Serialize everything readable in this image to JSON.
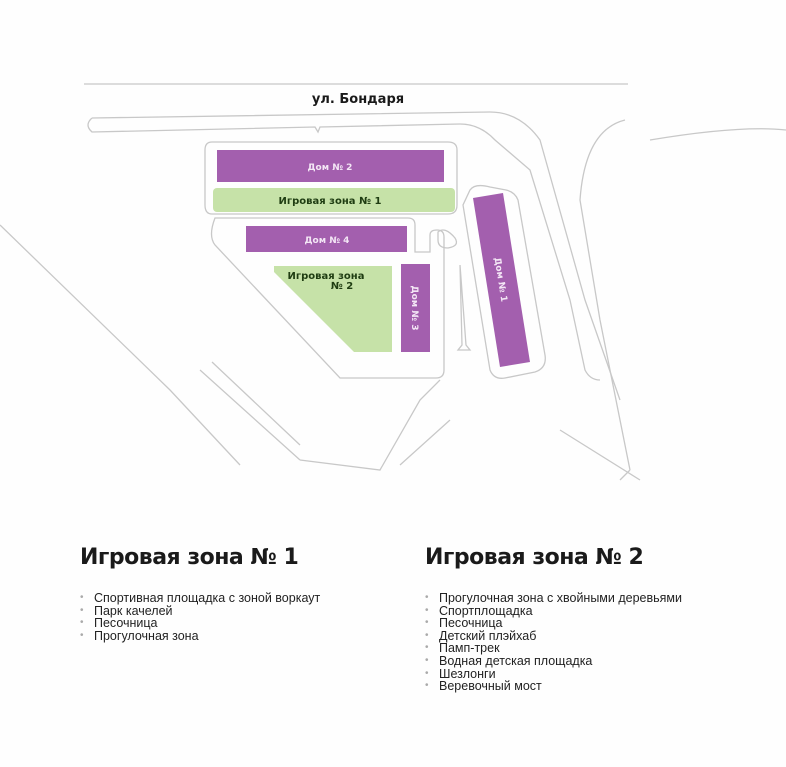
{
  "map": {
    "street": "ул. Бондаря",
    "buildings": [
      {
        "id": "dom2",
        "label": "Дом № 2"
      },
      {
        "id": "dom4",
        "label": "Дом № 4"
      },
      {
        "id": "dom3",
        "label": "Дом № 3"
      },
      {
        "id": "dom1",
        "label": "Дом № 1"
      }
    ],
    "zones": [
      {
        "id": "zone1",
        "label": "Игровая зона № 1"
      },
      {
        "id": "zone2",
        "label_line1": "Игровая зона",
        "label_line2": "№ 2"
      }
    ],
    "colors": {
      "building": "#a35fae",
      "zone": "#c6e2a8",
      "outline": "#c8c8c8"
    }
  },
  "legend": {
    "zone1": {
      "title": "Игровая зона  № 1",
      "items": [
        "Спортивная площадка с зоной воркаут",
        "Парк качелей",
        "Песочница",
        "Прогулочная зона"
      ]
    },
    "zone2": {
      "title": "Игровая зона  № 2",
      "items": [
        "Прогулочная зона с хвойными деревьями",
        "Спортплощадка",
        "Песочница",
        "Детский плэйхаб",
        "Памп-трек",
        "Водная детская площадка",
        "Шезлонги",
        "Веревочный мост"
      ]
    }
  }
}
